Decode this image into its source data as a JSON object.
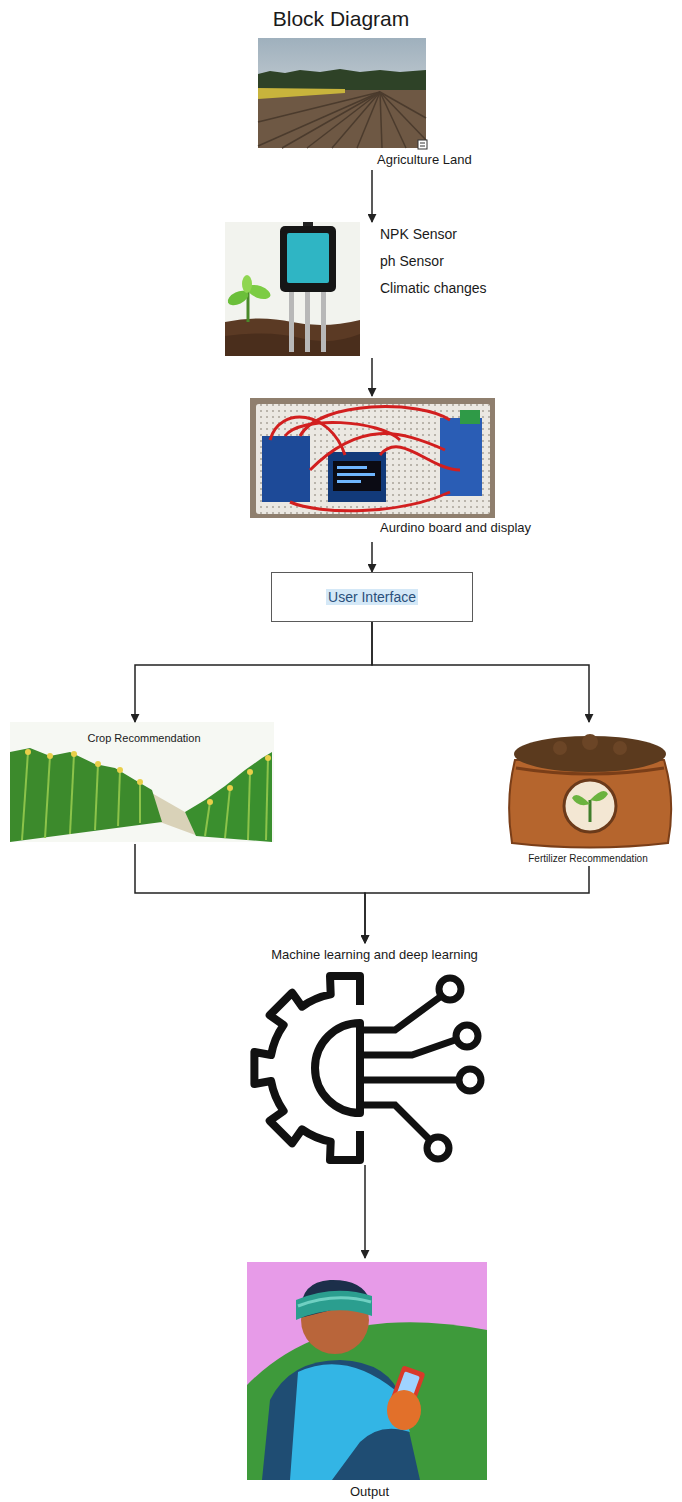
{
  "diagram": {
    "title": "Block Diagram",
    "nodes": [
      {
        "text": [
          "Agriculture Land"
        ]
      },
      {
        "text": [
          "NPK Sensor",
          "ph Sensor",
          "Climatic changes"
        ]
      },
      {
        "text": [
          "Aurdino board and display"
        ]
      },
      {
        "text": [
          "User Interface"
        ]
      },
      {
        "text": [
          "Crop Recommendation"
        ]
      },
      {
        "text": [
          "Fertilizer Recommendation"
        ]
      },
      {
        "text": [
          "Machine learning and deep learning"
        ]
      },
      {
        "text": [
          "Output"
        ]
      }
    ],
    "edges": [
      {
        "from": 0,
        "to": 1,
        "arrow": "to"
      },
      {
        "from": 1,
        "to": 2,
        "arrow": "to"
      },
      {
        "from": 2,
        "to": 3,
        "arrow": "to"
      },
      {
        "from": 3,
        "to": 4,
        "arrow": "to"
      },
      {
        "from": 3,
        "to": 5,
        "arrow": "to"
      },
      {
        "from": 4,
        "to": 6,
        "arrow": "to"
      },
      {
        "from": 5,
        "to": 6,
        "arrow": "to"
      },
      {
        "from": 6,
        "to": 7,
        "arrow": "to"
      }
    ]
  }
}
